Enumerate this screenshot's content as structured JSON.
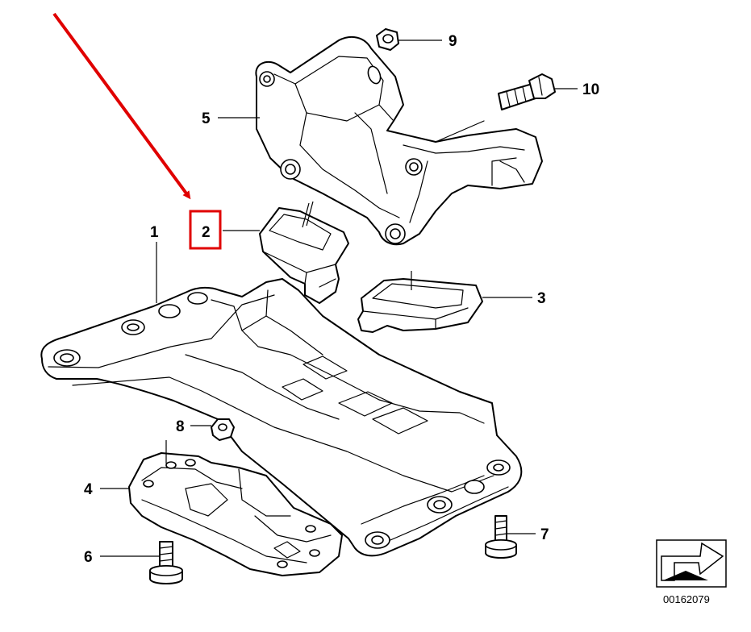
{
  "diagram": {
    "callouts": {
      "p1": "1",
      "p2": "2",
      "p3": "3",
      "p4": "4",
      "p5": "5",
      "p6": "6",
      "p7": "7",
      "p8": "8",
      "p9": "9",
      "p10": "10"
    },
    "highlighted_part": "2",
    "diagram_id": "00162079",
    "colors": {
      "highlight": "#e00000",
      "arrow": "#e00000",
      "line": "#000000"
    }
  }
}
